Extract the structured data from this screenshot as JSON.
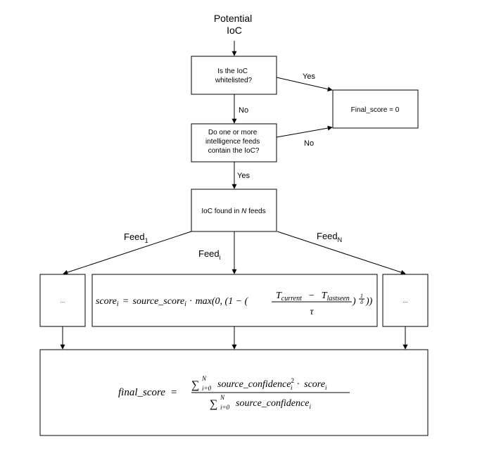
{
  "start": {
    "line1": "Potential",
    "line2": "IoC"
  },
  "whitelist_box": {
    "line1": "Is the IoC",
    "line2": "whitelisted?"
  },
  "final_zero_box": {
    "label": "Final_score = 0"
  },
  "feeds_box": {
    "line1": "Do one or more",
    "line2": "intelligence feeds",
    "line3": "contain the IoC?"
  },
  "found_box": {
    "pre": "IoC found in ",
    "n": "N",
    "post": " feeds"
  },
  "edge_labels": {
    "yes1": "Yes",
    "no1": "No",
    "no2": "No",
    "yes2": "Yes"
  },
  "feed_labels": {
    "first": "Feed",
    "first_sub": "1",
    "middle": "Feed",
    "middle_sub": "i",
    "last": "Feed",
    "last_sub": "N"
  },
  "left_box": {
    "label": "..."
  },
  "right_box": {
    "label": "..."
  },
  "score_formula": {
    "lhs": "score",
    "lhs_sub": "i",
    "eq": "=",
    "term1": "source_score",
    "term1_sub": "i",
    "dot": "·",
    "max_open": "max(0, (1 − (",
    "num_a": "T",
    "num_a_sub": "current",
    "minus": "−",
    "num_b": "T",
    "num_b_sub": "lastseen",
    "den": "τ",
    "close": ")",
    "exp_num": "1",
    "exp_den": "δ",
    "tail": "))"
  },
  "final_formula": {
    "lhs": "final_score",
    "eq": "=",
    "sum": "∑",
    "sum_upper": "N",
    "sum_lower": "i=0",
    "num_term": "source_confidence",
    "num_sup": "2",
    "num_sub": "i",
    "dot": "·",
    "num_score": "score",
    "num_score_sub": "i",
    "den_term": "source_confidence",
    "den_sub": "i"
  }
}
